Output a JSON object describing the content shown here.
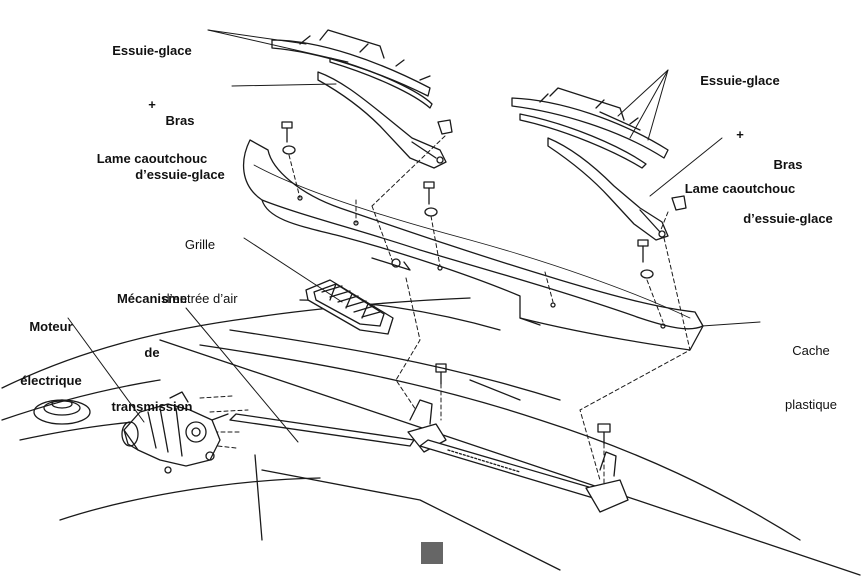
{
  "labels": {
    "left_wiper": [
      "Essuie-glace",
      "+",
      "Lame caoutchouc"
    ],
    "left_arm": [
      "Bras",
      "d’essuie-glace"
    ],
    "right_wiper": [
      "Essuie-glace",
      "+",
      "Lame caoutchouc"
    ],
    "right_arm": [
      "Bras",
      "d’essuie-glace"
    ],
    "grille": [
      "Grille",
      "d’entrée d’air"
    ],
    "mechanism": [
      "Mécanisme",
      "de",
      "transmission"
    ],
    "motor": [
      "Moteur",
      "électrique"
    ],
    "cover": [
      "Cache",
      "plastique"
    ]
  },
  "colors": {
    "line": "#1a1a1a",
    "fill": "#ffffff",
    "shade": "#e6e6e6"
  }
}
